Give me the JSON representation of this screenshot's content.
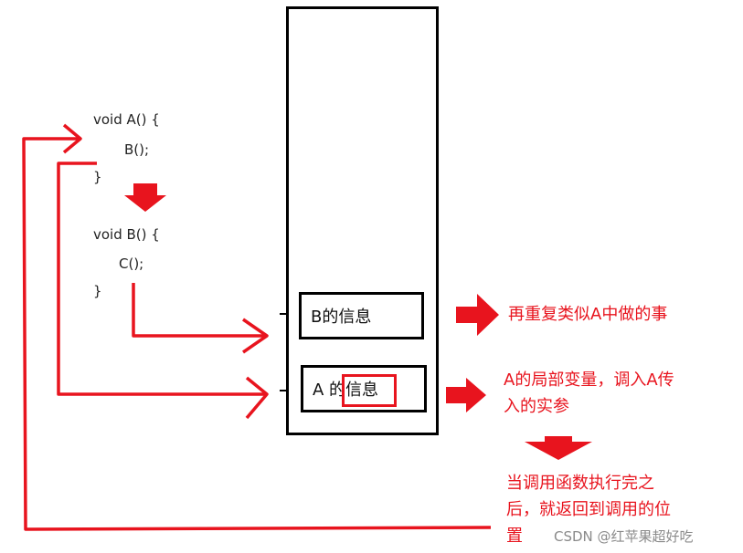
{
  "code": {
    "a_signature": "void A() {",
    "a_call": "B();",
    "a_close": "}",
    "b_signature": "void B() {",
    "b_call": "C();",
    "b_close": "}"
  },
  "stack": {
    "frame_b_label": "B的信息",
    "frame_a_label": "A 的信息"
  },
  "notes": {
    "repeat": "再重复类似A中做的事",
    "locals_line1": "A的局部变量，调入A传",
    "locals_line2": "入的实参",
    "return_line1": "当调用函数执行完之",
    "return_line2": "后，就返回到调用的位",
    "return_line3": "置"
  },
  "watermark": "CSDN @红苹果超好吃",
  "colors": {
    "accent": "#e8141e",
    "stroke": "#000000"
  }
}
